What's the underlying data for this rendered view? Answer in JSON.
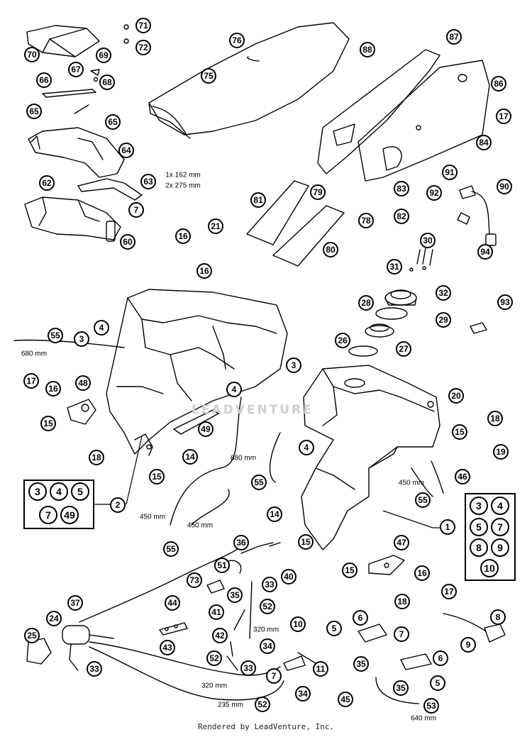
{
  "footer": "Rendered by LeadVenture, Inc.",
  "watermark": "LEADVENTURE",
  "dimensions": {
    "d680a": "680 mm",
    "d680b": "680 mm",
    "d450a": "450 mm",
    "d450b": "450 mm",
    "d450c": "450 mm",
    "d1x": "1x 162 mm",
    "d2x": "2x 275 mm",
    "d320a": "320 mm",
    "d320b": "320 mm",
    "d235": "235 mm",
    "d640": "640 mm"
  },
  "callouts": {
    "c70": "70",
    "c71": "71",
    "c72": "72",
    "c69": "69",
    "c67": "67",
    "c68": "68",
    "c66": "66",
    "c65a": "65",
    "c65b": "65",
    "c64": "64",
    "c63": "63",
    "c62": "62",
    "c7a": "7",
    "c60": "60",
    "c76": "76",
    "c75": "75",
    "c88": "88",
    "c87": "87",
    "c86": "86",
    "c17a": "17",
    "c84": "84",
    "c91": "91",
    "c92": "92",
    "c90": "90",
    "c94": "94",
    "c83": "83",
    "c82": "82",
    "c79": "79",
    "c81": "81",
    "c78": "78",
    "c80": "80",
    "c21": "21",
    "c16a": "16",
    "c16b": "16",
    "c30": "30",
    "c31": "31",
    "c32": "32",
    "c93": "93",
    "c28": "28",
    "c29": "29",
    "c26": "26",
    "c27": "27",
    "c55a": "55",
    "c3a": "3",
    "c4a": "4",
    "c17b": "17",
    "c16c": "16",
    "c48": "48",
    "c15a": "15",
    "c18a": "18",
    "c4b": "4",
    "c3b": "3",
    "c4c": "4",
    "c49": "49",
    "c14a": "14",
    "c15b": "15",
    "c20": "20",
    "c15c": "15",
    "c18b": "18",
    "c19": "19",
    "c55b": "55",
    "c46": "46",
    "c55c": "55",
    "c2": "2",
    "c1": "1",
    "c55d": "55",
    "c14b": "14",
    "c15d": "15",
    "c36": "36",
    "c51": "51",
    "c40": "40",
    "c73": "73",
    "c35a": "35",
    "c33a": "33",
    "c52a": "52",
    "c47": "47",
    "c15e": "15",
    "c16d": "16",
    "c18c": "18",
    "c17c": "17",
    "c37": "37",
    "c44": "44",
    "c41": "41",
    "c24": "24",
    "c42": "42",
    "c34a": "34",
    "c43": "43",
    "c25": "25",
    "c33b": "33",
    "c52b": "52",
    "c33c": "33",
    "c10a": "10",
    "c11": "11",
    "c7b": "7",
    "c34b": "34",
    "c52c": "52",
    "c6a": "6",
    "c5a": "5",
    "c7c": "7",
    "c6b": "6",
    "c5b": "5",
    "c35b": "35",
    "c35c": "35",
    "c45": "45",
    "c53": "53",
    "c8": "8",
    "c9": "9"
  },
  "kit_left": [
    "3",
    "4",
    "5",
    "7",
    "49"
  ],
  "kit_right": [
    "3",
    "4",
    "5",
    "7",
    "8",
    "9",
    "10"
  ]
}
